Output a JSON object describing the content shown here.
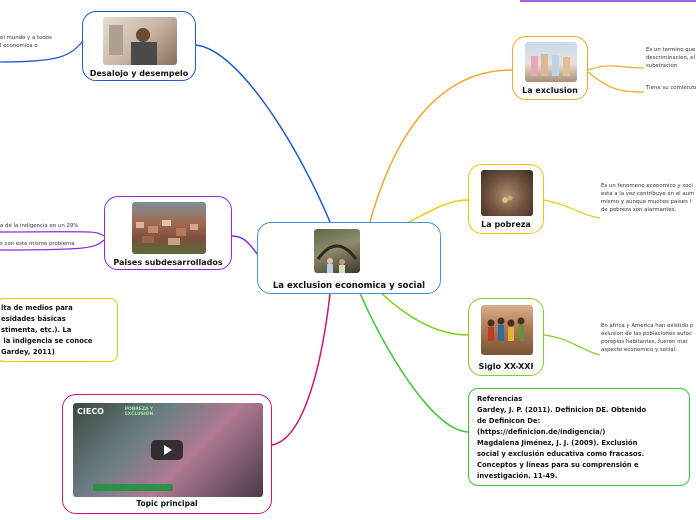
{
  "center": {
    "label": "La exclusion economica y social"
  },
  "colors": {
    "center": "#4a90d9",
    "exclusion": "#f7a823",
    "pobreza": "#f4c800",
    "siglo": "#7ed321",
    "referencias": "#33cc33",
    "topic": "#d0147c",
    "paises": "#8a2be2",
    "desalojo": "#1e56d6"
  },
  "nodes": {
    "desalojo": {
      "label": "Desalojo y desempelo",
      "note": "el mundo y a todos\nl economica o"
    },
    "paises": {
      "label": "Paises subdesarrollados",
      "note1": "a de la indigencia en un 29%",
      "note2": "s con este mismo problema"
    },
    "topic": {
      "label": "Topic principal"
    },
    "exclusion": {
      "label": "La exclusion",
      "note1": "Es un termino que\ndescriminacion, el\nsubstracion",
      "note2": "Tiene su comienzo"
    },
    "pobreza": {
      "label": "La pobreza",
      "note": "Es un fenomeno economico y soci\nesta a la vez contribuye en el aum\nmismo y aunque muchos paises l\nde pobreza son alarmantes."
    },
    "siglo": {
      "label": "Siglo XX-XXI",
      "note": "En africa y America han existido p\nexlusion de las poblaciones autoc\nporopios habitantes, fueron mar\naspecto economico y social."
    }
  },
  "indigencia_note": "lta de medios para\nesidades básicas\nstimenta, etc.). La\n la indigencia se conoce\nGardey, 2011)",
  "referencias": "Referencias\nGardey, J. P. (2011). Definicion DE. Obtenido\nde Definicon De:\n(https://definicion.de/indigencia/)\nMagdalena Jiménez, J. J. (2009). Exclusión\nsocial y exclusión educativa como fracasos.\nConceptos y líneas para su comprensión e\ninvestigación. 11-49.",
  "video": {
    "brand": "CIECO",
    "title": "POBREZA Y EXCLUSION"
  }
}
